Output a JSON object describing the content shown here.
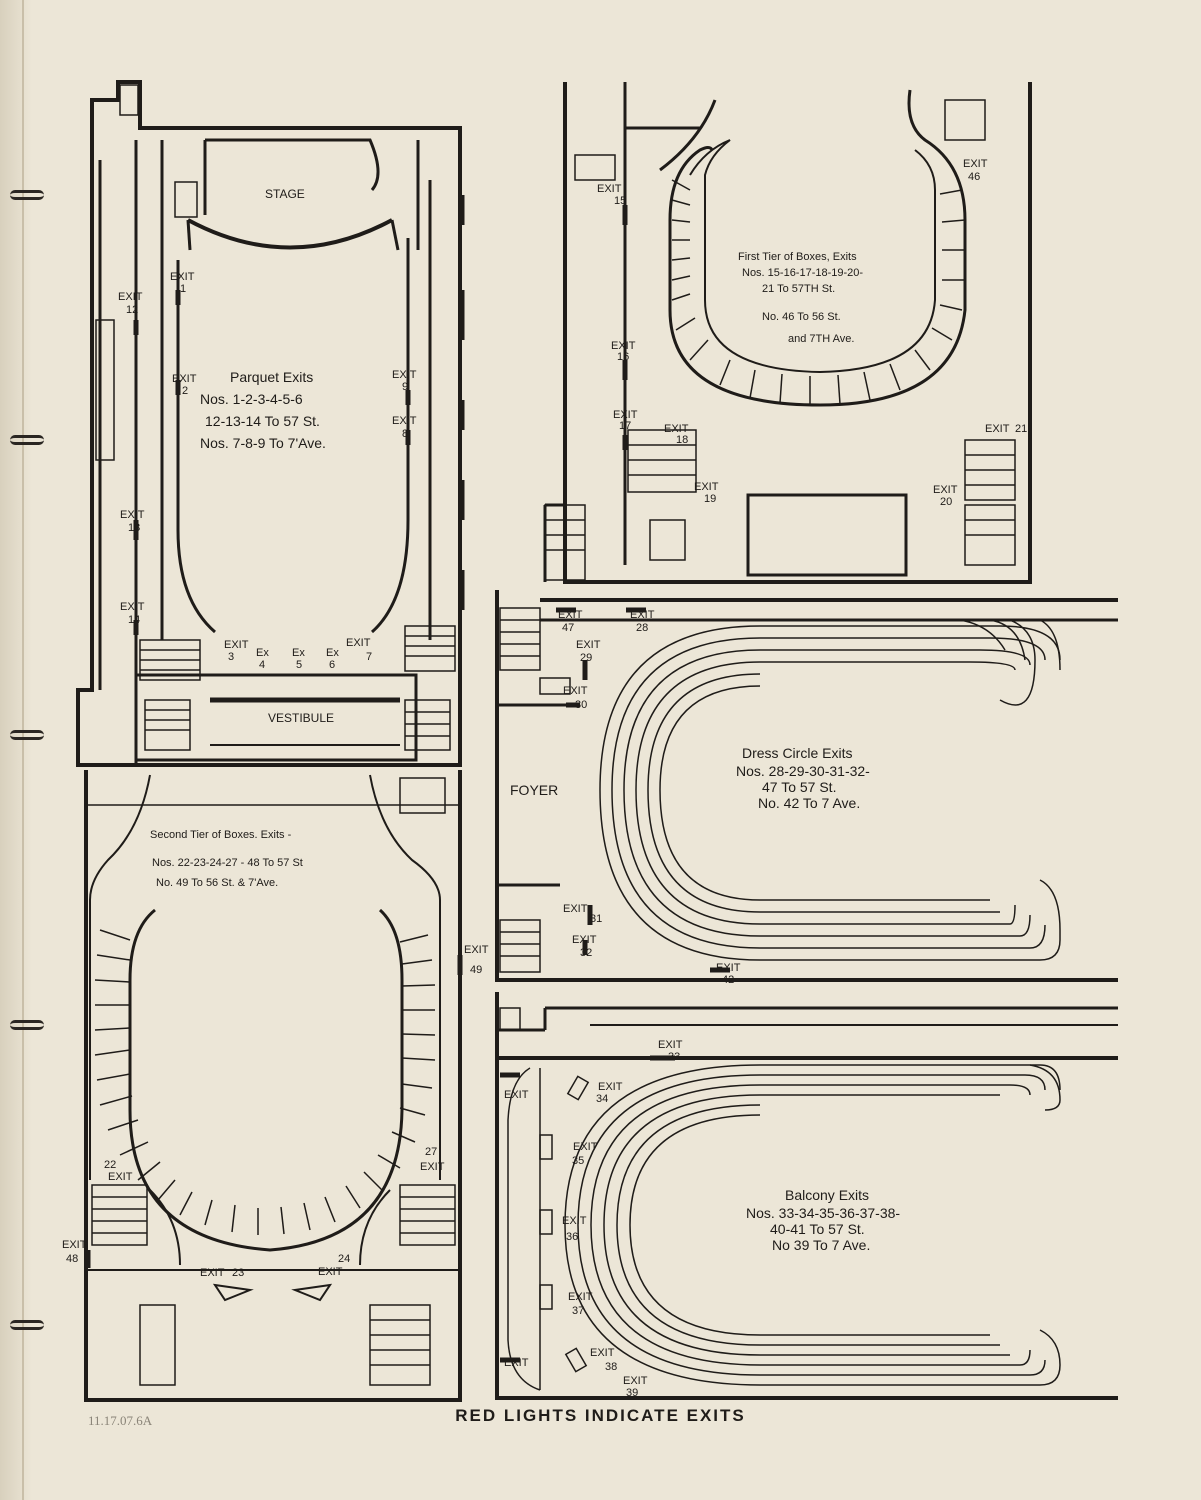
{
  "footer": {
    "caption": "RED LIGHTS INDICATE EXITS",
    "pencil_note": "11.17.07.6A"
  },
  "parquet": {
    "stage": "STAGE",
    "vestibule": "VESTIBULE",
    "title": "Parquet Exits",
    "line1": "Nos. 1-2-3-4-5-6",
    "line2": "12-13-14 To 57 St.",
    "line3": "Nos. 7-8-9 To 7'Ave."
  },
  "first_tier": {
    "title": "First Tier of Boxes, Exits",
    "line1": "Nos. 15-16-17-18-19-20-",
    "line2": "21 To 57TH St.",
    "line3": "No. 46 To 56 St.",
    "line4": "and 7TH Ave."
  },
  "dress_circle": {
    "foyer": "FOYER",
    "title": "Dress Circle Exits",
    "line1": "Nos. 28-29-30-31-32-",
    "line2": "47 To 57 St.",
    "line3": "No. 42 To 7 Ave."
  },
  "second_tier": {
    "title": "Second Tier of Boxes. Exits -",
    "line1": "Nos. 22-23-24-27 - 48 To 57 St",
    "line2": "No. 49 To 56 St. & 7'Ave."
  },
  "balcony": {
    "title": "Balcony Exits",
    "line1": "Nos. 33-34-35-36-37-38-",
    "line2": "40-41 To 57 St.",
    "line3": "No 39 To 7 Ave."
  },
  "exit_word": "EXIT",
  "ex_word": "Ex",
  "exits": [
    "1",
    "2",
    "3",
    "4",
    "5",
    "6",
    "7",
    "8",
    "9",
    "12",
    "13",
    "14",
    "15",
    "16",
    "17",
    "18",
    "19",
    "20",
    "21",
    "46",
    "47",
    "28",
    "29",
    "30",
    "31",
    "32",
    "42",
    "49",
    "22",
    "27",
    "48",
    "23",
    "24",
    "33",
    "34",
    "35",
    "36",
    "37",
    "38",
    "39"
  ],
  "colors": {
    "ink": "#1f1c19",
    "paper": "#ece6d7"
  }
}
